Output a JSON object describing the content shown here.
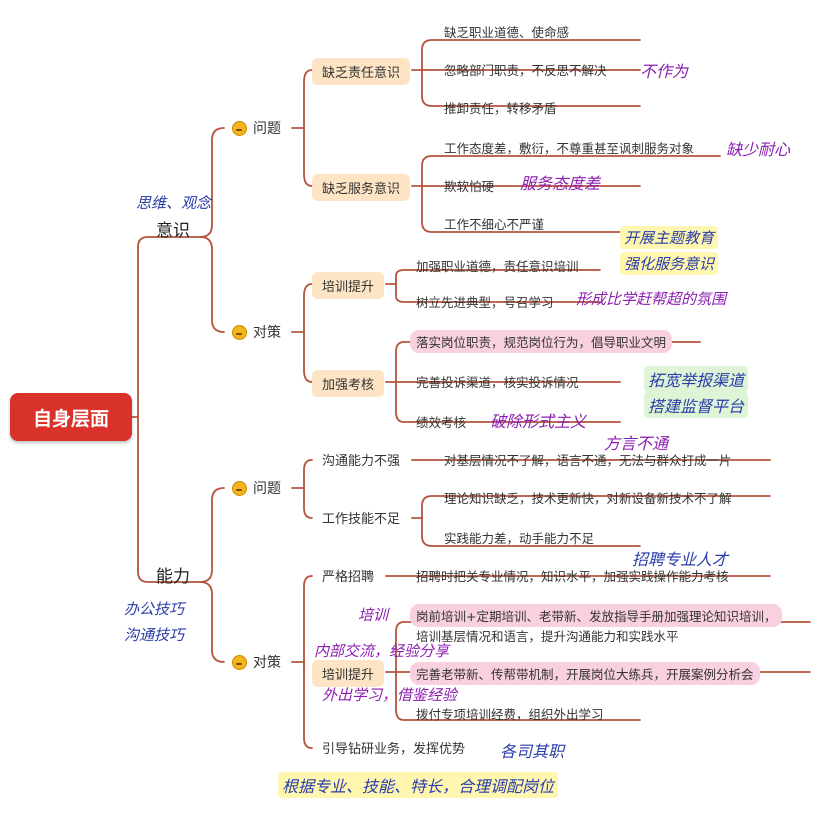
{
  "root": "自身层面",
  "branches": {
    "yishi": {
      "label": "意识",
      "annotation": "思维、观念"
    },
    "nengli": {
      "label": "能力",
      "annotation_1": "办公技巧",
      "annotation_2": "沟通技巧"
    }
  },
  "yishi": {
    "problem": {
      "label": "问题",
      "a": {
        "label": "缺乏责任意识",
        "items": [
          "缺乏职业道德、使命感",
          "忽略部门职责，不反思不解决",
          "推卸责任，转移矛盾"
        ]
      },
      "b": {
        "label": "缺乏服务意识",
        "items": [
          "工作态度差，敷衍，不尊重甚至讽刺服务对象",
          "欺软怕硬",
          "工作不细心不严谨"
        ]
      }
    },
    "measure": {
      "label": "对策",
      "a": {
        "label": "培训提升",
        "items": [
          "加强职业道德，责任意识培训",
          "树立先进典型，号召学习"
        ]
      },
      "b": {
        "label": "加强考核",
        "items": [
          "落实岗位职责，规范岗位行为，倡导职业文明",
          "完善投诉渠道，核实投诉情况",
          "绩效考核"
        ]
      }
    }
  },
  "nengli": {
    "problem": {
      "label": "问题",
      "a": {
        "label": "沟通能力不强",
        "items": [
          "对基层情况不了解，语言不通，无法与群众打成一片"
        ]
      },
      "b": {
        "label": "工作技能不足",
        "items": [
          "理论知识缺乏，技术更新快，对新设备新技术不了解",
          "实践能力差，动手能力不足"
        ]
      }
    },
    "measure": {
      "label": "对策",
      "a": {
        "label": "严格招聘",
        "items": [
          "招聘时把关专业情况，知识水平，加强实践操作能力考核"
        ]
      },
      "b": {
        "label": "培训提升",
        "items": [
          "岗前培训+定期培训、老带新、发放指导手册加强理论知识培训，",
          "培训基层情况和语言，提升沟通能力和实践水平",
          "完善老带新、传帮带机制，开展岗位大练兵，开展案例分析会",
          "拨付专项培训经费，组织外出学习"
        ]
      },
      "c": {
        "label": "引导钻研业务，发挥优势"
      }
    }
  },
  "notes": {
    "n1": "不作为",
    "n2": "缺少耐心",
    "n3": "服务态度差",
    "n4a": "开展主题教育",
    "n4b": "强化服务意识",
    "n5": "形成比学赶帮超的氛围",
    "n6a": "拓宽举报渠道",
    "n6b": "搭建监督平台",
    "n7": "破除形式主义",
    "n8": "方言不通",
    "n9": "招聘专业人才",
    "n10": "培训",
    "n11": "内部交流，经验分享",
    "n12": "外出学习，借鉴经验",
    "n13": "各司其职",
    "n14": "根据专业、技能、特长，合理调配岗位"
  },
  "colors": {
    "root": "#d9322b",
    "wire": "#b5543c",
    "pill": "#fce4c4",
    "pink_highlight": "#f9d0e0",
    "yellow_highlight": "#fff7b0",
    "green_highlight": "#ddf4d6",
    "ink_blue": "#3a2dbd",
    "ink_purple": "#8b1db0"
  }
}
